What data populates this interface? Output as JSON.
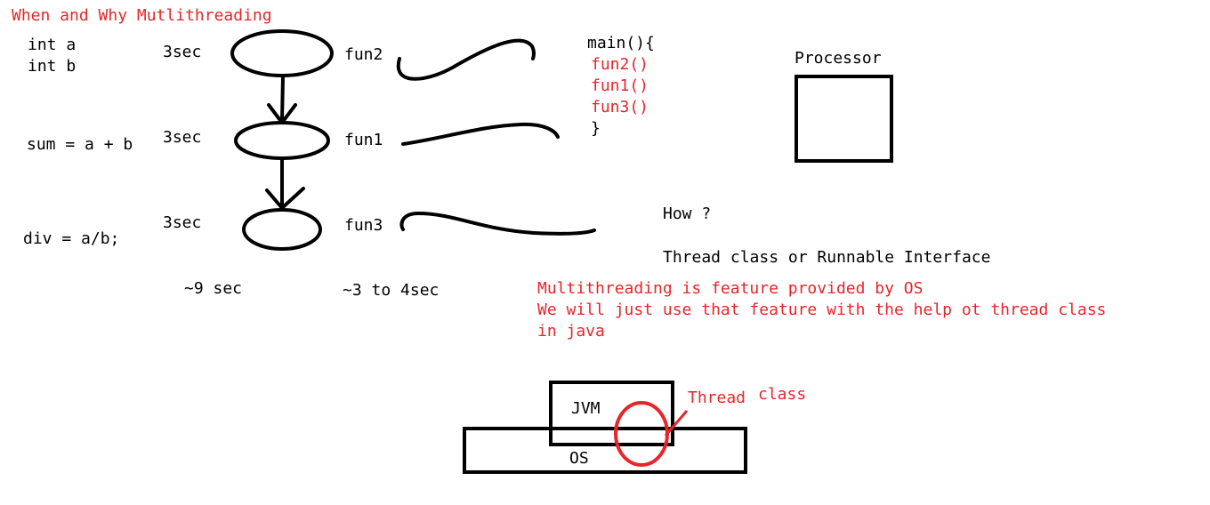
{
  "title": "When and Why Mutlithreading",
  "colors": {
    "ink": "#000000",
    "annotation_red": "#e8252a",
    "background": "#ffffff"
  },
  "vars": [
    "int a",
    "int b"
  ],
  "sum_expr": "sum = a + b",
  "div_expr": "div = a/b;",
  "durations": [
    "3sec",
    "3sec",
    "3sec"
  ],
  "funcs": [
    "fun2",
    "fun1",
    "fun3"
  ],
  "sequential_total": "~9 sec",
  "parallel_total": "~3 to 4sec",
  "main_open": "main(){",
  "main_calls": [
    "fun2()",
    "fun1()",
    "fun3()"
  ],
  "main_close": "}",
  "processor_label": "Processor",
  "how": "How ?",
  "how_answer": "Thread class or Runnable Interface",
  "os_note": [
    "Multithreading is feature provided by OS",
    "We will just use that feature with the help ot thread class",
    "in java"
  ],
  "jvm_label": "JVM",
  "os_label": "OS",
  "thread_label": "Thread",
  "class_label": "class"
}
